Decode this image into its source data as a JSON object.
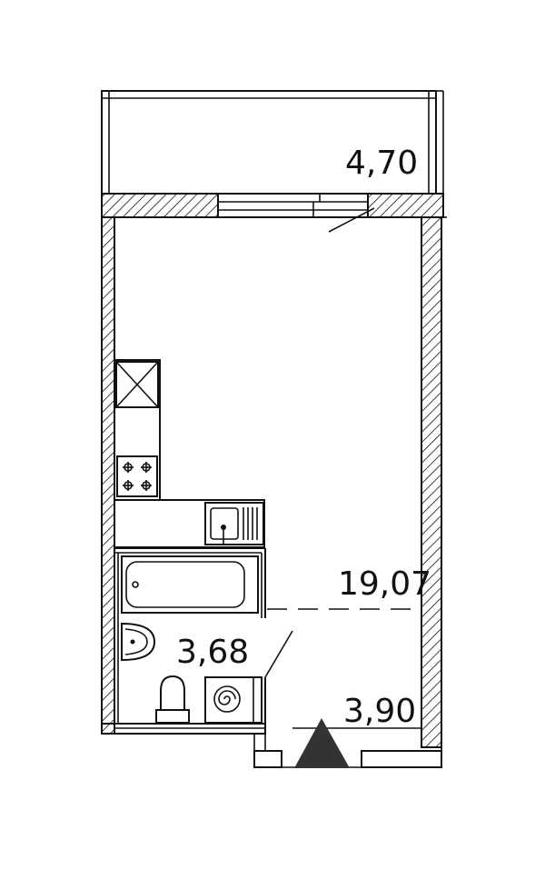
{
  "plan": {
    "rooms": [
      {
        "id": "balcony",
        "area": "4,70"
      },
      {
        "id": "living",
        "area": "19,07"
      },
      {
        "id": "bathroom",
        "area": "3,68"
      },
      {
        "id": "hall",
        "area": "3,90"
      }
    ],
    "colors": {
      "line": "#111111",
      "background": "#ffffff",
      "entrance_marker": "#333333"
    },
    "icons": [
      "fridge-icon",
      "stove-icon",
      "sink-icon",
      "bathtub-icon",
      "washbasin-icon",
      "toilet-icon",
      "boiler-icon",
      "entrance-arrow-icon"
    ]
  }
}
